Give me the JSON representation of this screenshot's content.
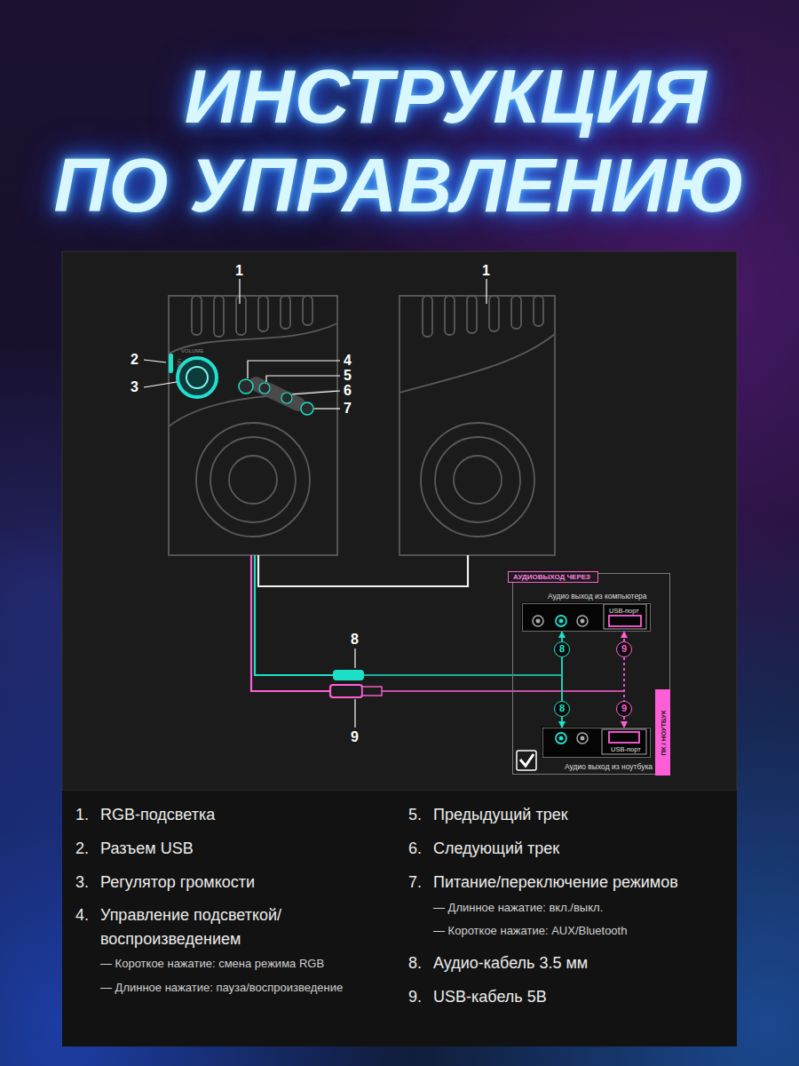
{
  "diagram": {
    "title": "ИНСТРУКЦИЯ ПО УПРАВЛЕНИЮ",
    "nodes": [
      {
        "text": [
          "АУДИОВЫХОД ЧЕРЕЗ",
          "ПК / НОУТБУК"
        ]
      },
      {
        "text": [
          "Аудио выход из компьютера",
          "USB-порт"
        ],
        "in": 0
      },
      {
        "text": [
          "USB-порт",
          "Аудио выход из ноутбука"
        ],
        "in": 0
      },
      {
        "text": [
          "8"
        ],
        "in": 0
      },
      {
        "text": [
          "9"
        ],
        "in": 0
      },
      {
        "text": [
          "8"
        ],
        "in": 0
      },
      {
        "text": [
          "9"
        ],
        "in": 0
      }
    ],
    "edges": [
      {
        "from": 3,
        "to": 1,
        "arrow": "to"
      },
      {
        "from": 3,
        "to": 5,
        "arrow": "none"
      },
      {
        "from": 5,
        "to": 2,
        "arrow": "to"
      },
      {
        "from": 4,
        "to": 1,
        "arrow": "to"
      },
      {
        "from": 4,
        "to": 6,
        "arrow": "none"
      },
      {
        "from": 6,
        "to": 2,
        "arrow": "to"
      }
    ],
    "labels": [
      "1",
      "1",
      "2",
      "3",
      "4",
      "5",
      "6",
      "7",
      "USB",
      "VOLUME",
      "8",
      "9",
      "1.",
      "RGB-подсветка",
      "2.",
      "Разъем USB",
      "3.",
      "Регулятор громкости",
      "4.",
      "Управление подсветкой/ воспроизведением",
      "— Короткое нажатие: смена режима RGB",
      "— Длинное нажатие: пауза/воспроизведение",
      "5.",
      "Предыдущий трек",
      "6.",
      "Следующий трек",
      "7.",
      "Питание/переключение режимов",
      "— Длинное нажатие: вкл./выкл.",
      "— Короткое нажатие: AUX/Bluetooth",
      "8.",
      "Аудио-кабель 3.5 мм",
      "9.",
      "USB-кабель 5В"
    ]
  }
}
